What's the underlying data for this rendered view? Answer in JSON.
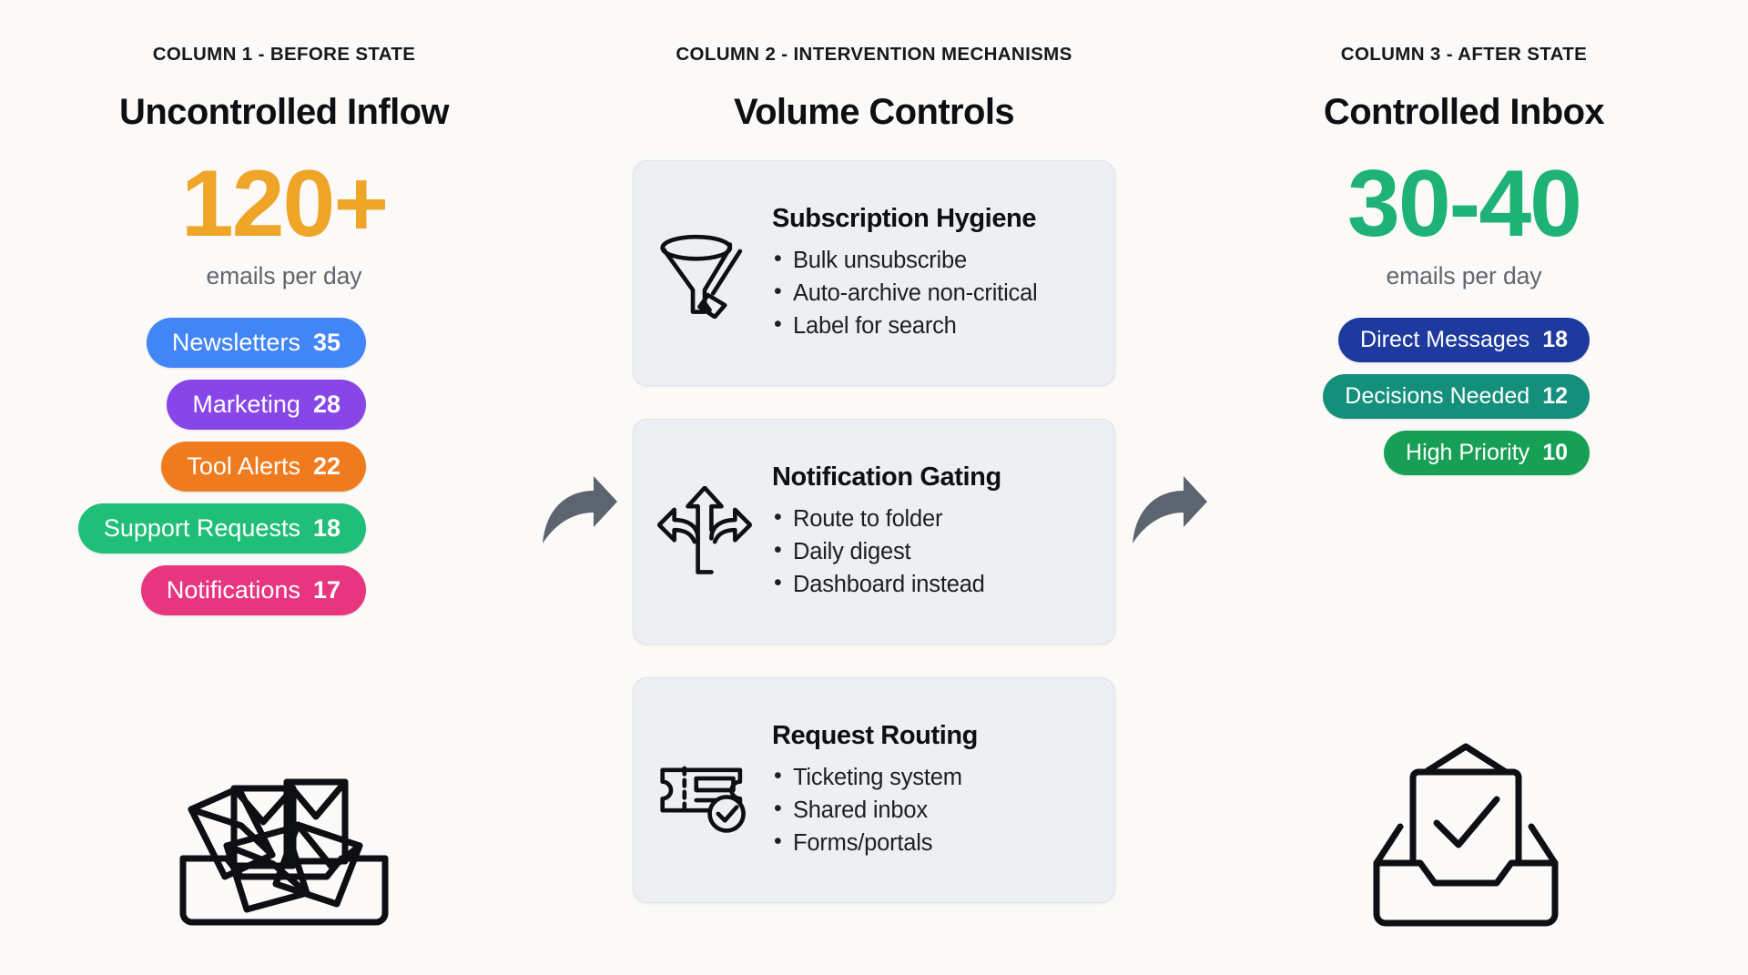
{
  "columns": {
    "before": {
      "kicker": "COLUMN 1 - BEFORE STATE",
      "title": "Uncontrolled Inflow",
      "stat_number": "120+",
      "stat_caption": "emails per day",
      "stat_color": "#EFA527",
      "illustration": "overflowing-inbox-icon",
      "badges": [
        {
          "label": "Newsletters",
          "value": "35",
          "color": "#4285F4"
        },
        {
          "label": "Marketing",
          "value": "28",
          "color": "#8845E8"
        },
        {
          "label": "Tool Alerts",
          "value": "22",
          "color": "#F07B1E"
        },
        {
          "label": "Support Requests",
          "value": "18",
          "color": "#1FBF79"
        },
        {
          "label": "Notifications",
          "value": "17",
          "color": "#E8357F"
        }
      ]
    },
    "intervention": {
      "kicker": "COLUMN 2 - INTERVENTION MECHANISMS",
      "title": "Volume Controls",
      "cards": [
        {
          "icon": "funnel-brush-icon",
          "title": "Subscription Hygiene",
          "items": [
            "Bulk unsubscribe",
            "Auto-archive non-critical",
            "Label for search"
          ]
        },
        {
          "icon": "three-way-arrows-icon",
          "title": "Notification Gating",
          "items": [
            "Route to folder",
            "Daily digest",
            "Dashboard instead"
          ]
        },
        {
          "icon": "ticket-check-icon",
          "title": "Request Routing",
          "items": [
            "Ticketing system",
            "Shared inbox",
            "Forms/portals"
          ]
        }
      ]
    },
    "after": {
      "kicker": "COLUMN 3 - AFTER STATE",
      "title": "Controlled Inbox",
      "stat_number": "30-40",
      "stat_caption": "emails per day",
      "stat_color": "#1FB277",
      "illustration": "organized-inbox-check-icon",
      "badges": [
        {
          "label": "Direct Messages",
          "value": "18",
          "color": "#1E3A9E"
        },
        {
          "label": "Decisions Needed",
          "value": "12",
          "color": "#148F7C"
        },
        {
          "label": "High Priority",
          "value": "10",
          "color": "#17A055"
        }
      ]
    }
  },
  "connectors": {
    "arrow_one": "curved-arrow-right-icon",
    "arrow_two": "curved-arrow-right-icon",
    "color": "#5C6470"
  },
  "canvas": {
    "background": "#FBFAF8",
    "ink": "#0D0F12"
  }
}
